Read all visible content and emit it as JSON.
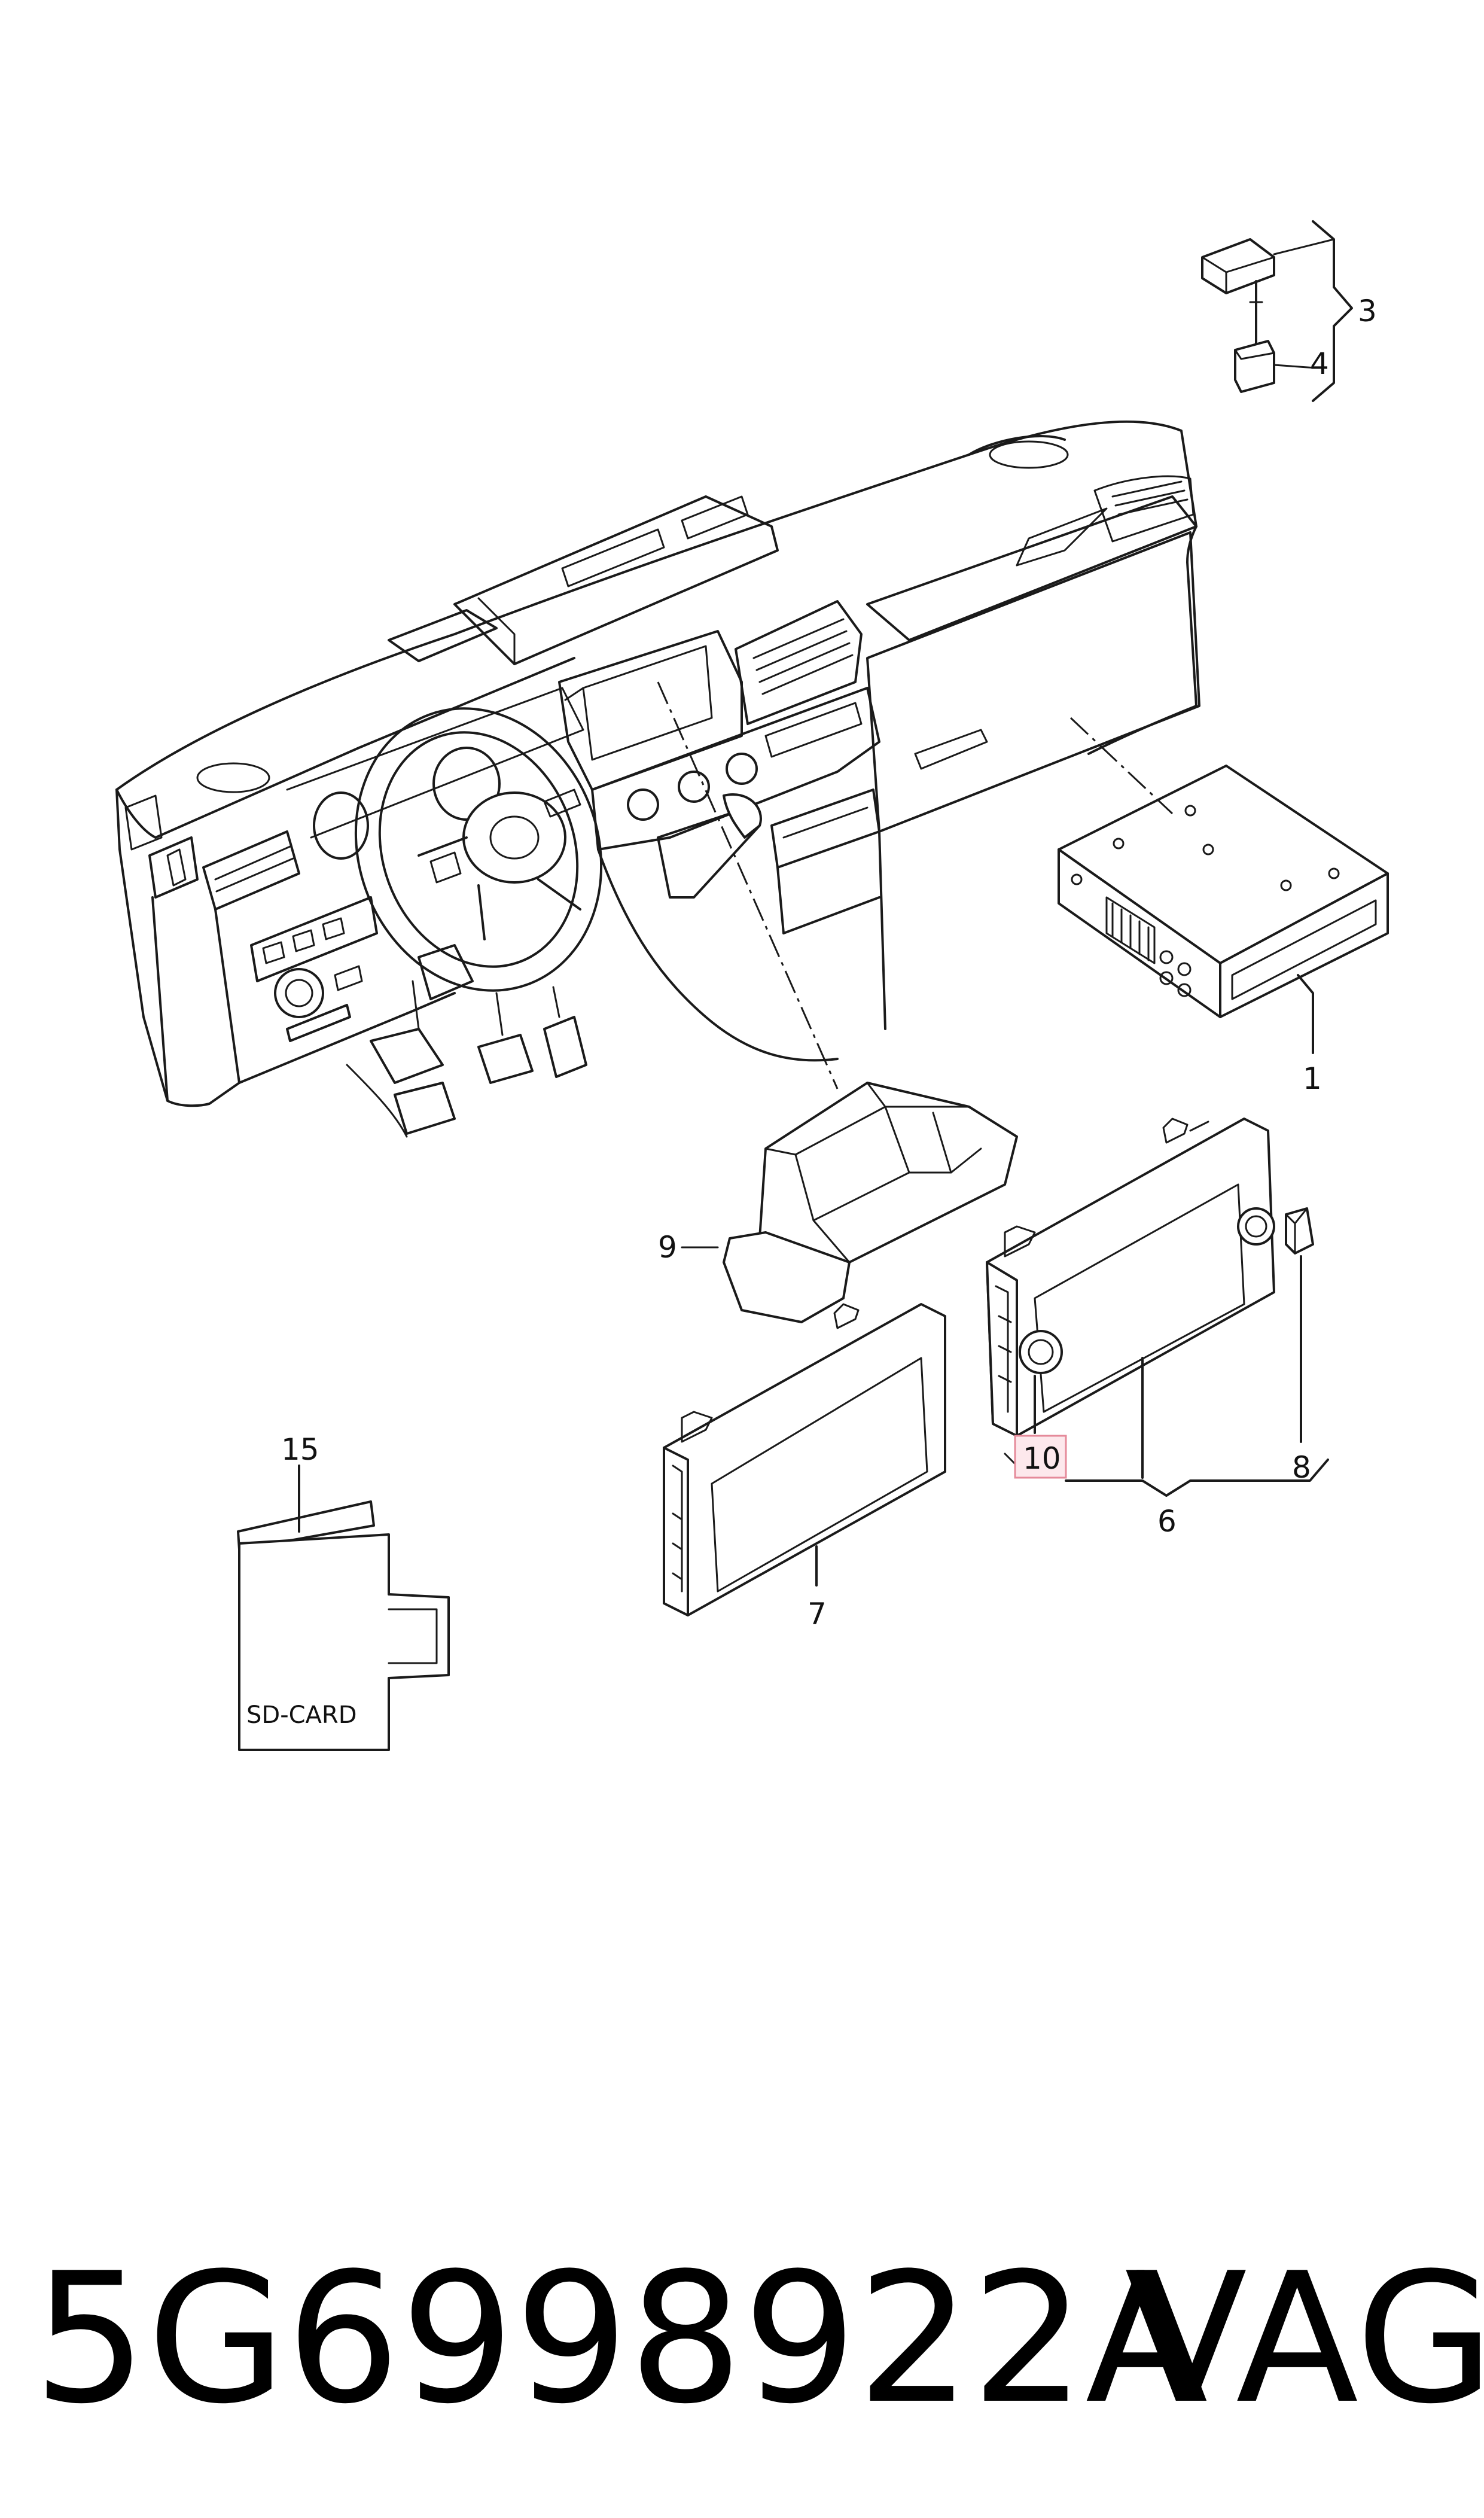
{
  "callouts": {
    "c1": "1",
    "c3": "3",
    "c4": "4",
    "c6": "6",
    "c7": "7",
    "c8": "8",
    "c9": "9",
    "c10": "10",
    "c15": "15"
  },
  "highlighted_callout": "10",
  "highlight_color": "#fde8ec",
  "sd_card_label": "SD-CARD",
  "footer": {
    "part_number": "5G6998922A",
    "brand": "VAG"
  }
}
